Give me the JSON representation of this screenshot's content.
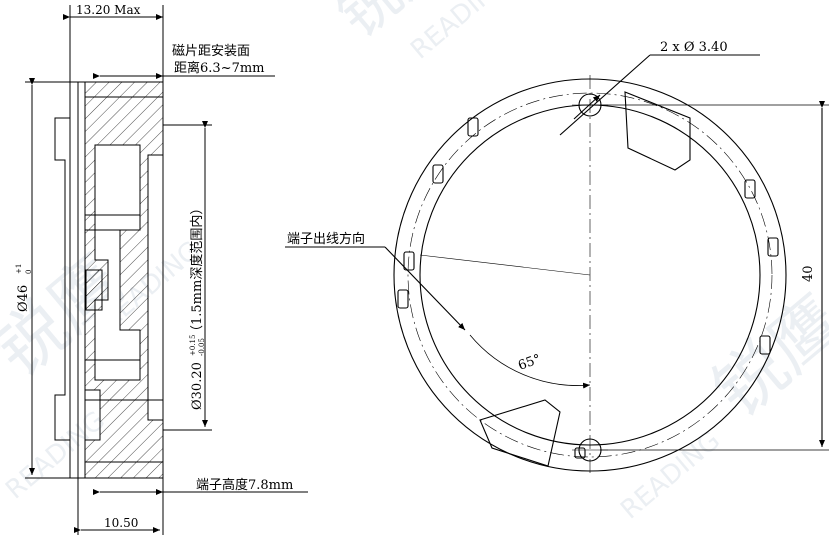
{
  "watermark": {
    "text": "READING",
    "cn": "锐鹰"
  },
  "side_view": {
    "dim_top": "13.20 Max",
    "note_magnet_1": "磁片距安装面",
    "note_magnet_2": "距离6.3~7mm",
    "dim_outer_dia": "Ø46",
    "dim_outer_tol_upper": "+1",
    "dim_outer_tol_lower": "0",
    "dim_inner_dia": "Ø30.20",
    "dim_inner_tol_upper": "+0.15",
    "dim_inner_tol_lower": "-0.05",
    "dim_inner_note": "（1.5mm深度范围内）",
    "terminal_height": "端子高度7.8mm",
    "dim_bottom": "10.50"
  },
  "front_view": {
    "hole_callout": "2 x Ø 3.40",
    "terminal_direction": "端子出线方向",
    "angle": "65°",
    "dim_right": "40"
  }
}
